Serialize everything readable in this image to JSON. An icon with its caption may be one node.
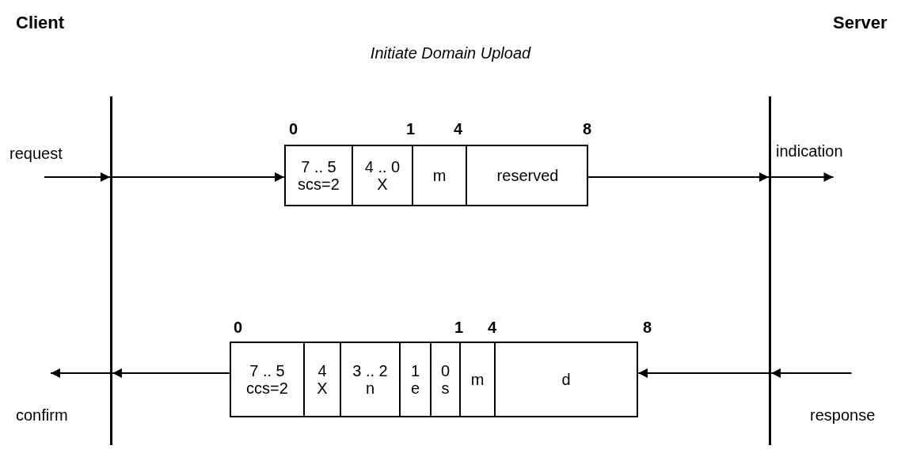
{
  "diagram": {
    "title": "Initiate Domain Upload",
    "nodes": [
      {
        "text": [
          "request"
        ]
      },
      {
        "text": [],
        "shape": "bar"
      },
      {
        "text": [],
        "shape": "box"
      },
      {
        "text": [
          "7 .. 5",
          "scs=2"
        ],
        "in": 2
      },
      {
        "text": [
          "4 .. 0",
          "X"
        ],
        "in": 2
      },
      {
        "text": [
          "m"
        ],
        "in": 2
      },
      {
        "text": [
          "reserved"
        ],
        "in": 2
      },
      {
        "text": [],
        "shape": "bar"
      },
      {
        "text": [
          "indication"
        ]
      },
      {
        "text": [
          "confirm"
        ]
      },
      {
        "text": [],
        "shape": "box"
      },
      {
        "text": [
          "7 .. 5",
          "ccs=2"
        ],
        "in": 10
      },
      {
        "text": [
          "4",
          "X"
        ],
        "in": 10
      },
      {
        "text": [
          "3 .. 2",
          "n"
        ],
        "in": 10
      },
      {
        "text": [
          "1",
          "e"
        ],
        "in": 10
      },
      {
        "text": [
          "0",
          "s"
        ],
        "in": 10
      },
      {
        "text": [
          "m"
        ],
        "in": 10
      },
      {
        "text": [
          "d"
        ],
        "in": 10
      },
      {
        "text": [
          "response"
        ]
      }
    ],
    "edges": [
      {
        "from": 0,
        "to": 1,
        "arrow": "to"
      },
      {
        "from": 1,
        "to": 2,
        "arrow": "to"
      },
      {
        "from": 2,
        "to": 7,
        "arrow": "to"
      },
      {
        "from": 7,
        "to": 8,
        "arrow": "to"
      },
      {
        "from": 18,
        "to": 7,
        "arrow": "to"
      },
      {
        "from": 7,
        "to": 10,
        "arrow": "to"
      },
      {
        "from": 10,
        "to": 1,
        "arrow": "to"
      },
      {
        "from": 1,
        "to": 9,
        "arrow": "to"
      }
    ],
    "labels": [
      "Client",
      "Server",
      "0",
      "1",
      "4",
      "8",
      "0",
      "1",
      "4",
      "8"
    ]
  }
}
